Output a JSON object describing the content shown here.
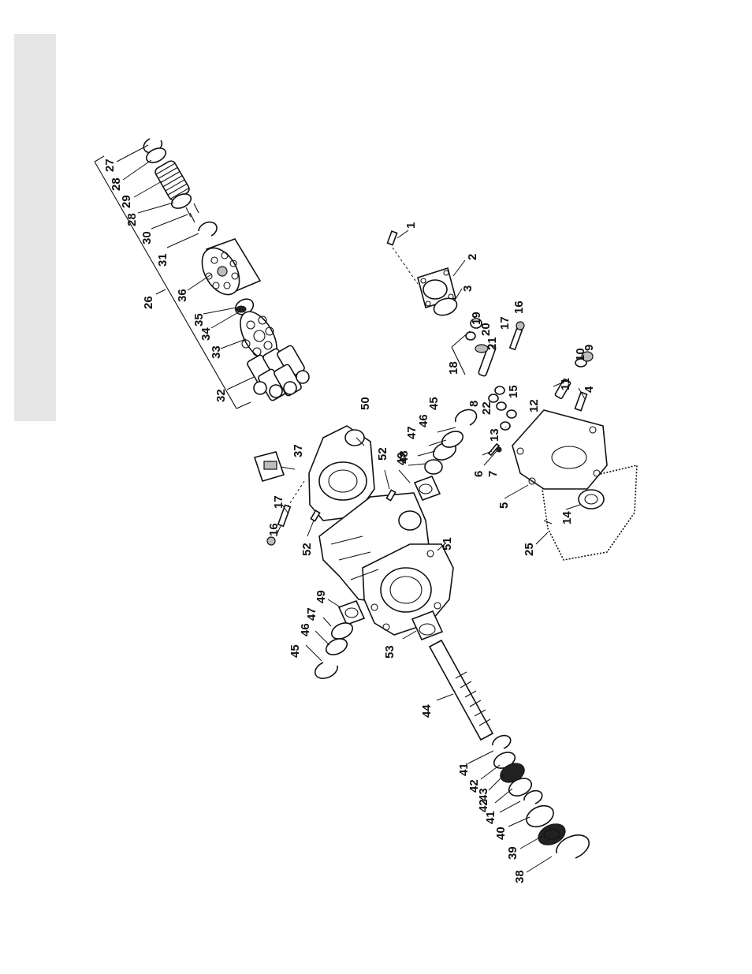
{
  "diagram": {
    "callouts": [
      {
        "id": "c1",
        "text": "1"
      },
      {
        "id": "c2",
        "text": "2"
      },
      {
        "id": "c3",
        "text": "3"
      },
      {
        "id": "c4",
        "text": "4"
      },
      {
        "id": "c5",
        "text": "5"
      },
      {
        "id": "c6",
        "text": "6"
      },
      {
        "id": "c7",
        "text": "7"
      },
      {
        "id": "c8",
        "text": "8"
      },
      {
        "id": "c9",
        "text": "9"
      },
      {
        "id": "c10",
        "text": "10"
      },
      {
        "id": "c11",
        "text": "11"
      },
      {
        "id": "c12",
        "text": "12"
      },
      {
        "id": "c13",
        "text": "13"
      },
      {
        "id": "c14",
        "text": "14"
      },
      {
        "id": "c15",
        "text": "15"
      },
      {
        "id": "c16a",
        "text": "16"
      },
      {
        "id": "c16b",
        "text": "16"
      },
      {
        "id": "c17a",
        "text": "17"
      },
      {
        "id": "c17b",
        "text": "17"
      },
      {
        "id": "c18",
        "text": "18"
      },
      {
        "id": "c19",
        "text": "19"
      },
      {
        "id": "c20",
        "text": "20"
      },
      {
        "id": "c21",
        "text": "21"
      },
      {
        "id": "c22",
        "text": "22"
      },
      {
        "id": "c25",
        "text": "25"
      },
      {
        "id": "c26",
        "text": "26"
      },
      {
        "id": "c27",
        "text": "27"
      },
      {
        "id": "c28a",
        "text": "28"
      },
      {
        "id": "c28b",
        "text": "28"
      },
      {
        "id": "c29",
        "text": "29"
      },
      {
        "id": "c30",
        "text": "30"
      },
      {
        "id": "c31",
        "text": "31"
      },
      {
        "id": "c32",
        "text": "32"
      },
      {
        "id": "c33",
        "text": "33"
      },
      {
        "id": "c34",
        "text": "34"
      },
      {
        "id": "c35",
        "text": "35"
      },
      {
        "id": "c36",
        "text": "36"
      },
      {
        "id": "c37",
        "text": "37"
      },
      {
        "id": "c38",
        "text": "38"
      },
      {
        "id": "c39",
        "text": "39"
      },
      {
        "id": "c40",
        "text": "40"
      },
      {
        "id": "c41a",
        "text": "41"
      },
      {
        "id": "c41b",
        "text": "41"
      },
      {
        "id": "c42a",
        "text": "42"
      },
      {
        "id": "c42b",
        "text": "42"
      },
      {
        "id": "c43",
        "text": "43"
      },
      {
        "id": "c44",
        "text": "44"
      },
      {
        "id": "c45a",
        "text": "45"
      },
      {
        "id": "c45b",
        "text": "45"
      },
      {
        "id": "c46a",
        "text": "46"
      },
      {
        "id": "c46b",
        "text": "46"
      },
      {
        "id": "c47a",
        "text": "47"
      },
      {
        "id": "c47b",
        "text": "47"
      },
      {
        "id": "c48",
        "text": "48"
      },
      {
        "id": "c49a",
        "text": "49"
      },
      {
        "id": "c49b",
        "text": "49"
      },
      {
        "id": "c50",
        "text": "50"
      },
      {
        "id": "c51",
        "text": "51"
      },
      {
        "id": "c52a",
        "text": "52"
      },
      {
        "id": "c52b",
        "text": "52"
      },
      {
        "id": "c53",
        "text": "53"
      }
    ]
  }
}
